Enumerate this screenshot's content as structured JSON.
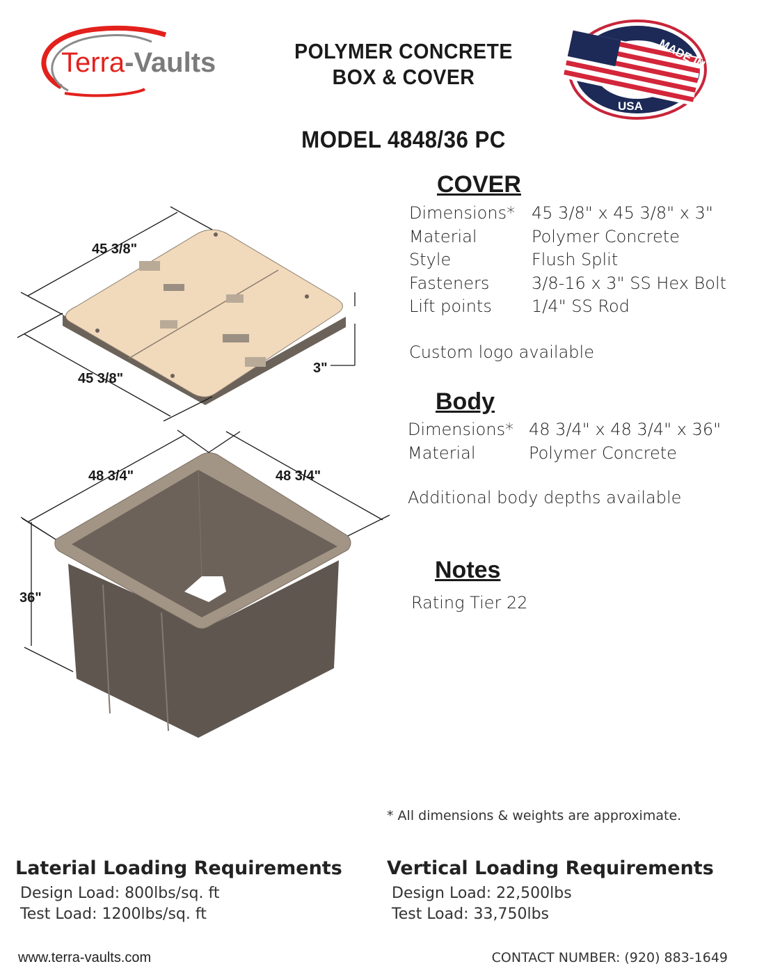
{
  "header": {
    "logo_text_1": "Terra",
    "logo_text_2": "-Vaults",
    "title_line1": "POLYMER CONCRETE",
    "title_line2": "BOX & COVER",
    "badge_top": "MADE IN",
    "badge_bottom": "USA",
    "model": "MODEL 4848/36 PC"
  },
  "drawing": {
    "cover_width": "45 3/8\"",
    "cover_length": "45 3/8\"",
    "cover_height": "3\"",
    "body_width": "48 3/4\"",
    "body_length": "48 3/4\"",
    "body_depth": "36\""
  },
  "cover": {
    "heading": "COVER",
    "rows": [
      {
        "label": "Dimensions*",
        "value": "45 3/8\" x 45 3/8\" x 3\""
      },
      {
        "label": "Material",
        "value": "Polymer Concrete"
      },
      {
        "label": "Style",
        "value": "Flush Split"
      },
      {
        "label": "Fasteners",
        "value": "3/8-16 x 3\" SS Hex Bolt"
      },
      {
        "label": "Lift points",
        "value": "1/4\" SS Rod"
      }
    ],
    "note": "Custom logo available"
  },
  "body": {
    "heading": "Body",
    "rows": [
      {
        "label": "Dimensions*",
        "value": "48 3/4\" x 48 3/4\" x 36\""
      },
      {
        "label": "Material",
        "value": "Polymer Concrete"
      }
    ],
    "note": "Additional body depths available"
  },
  "notes": {
    "heading": "Notes",
    "text": "Rating Tier 22"
  },
  "disclaimer": "* All dimensions & weights are approximate.",
  "lateral": {
    "heading": "Laterial Loading Requirements",
    "design": "Design Load: 800lbs/sq. ft",
    "test": "Test Load: 1200lbs/sq. ft"
  },
  "vertical": {
    "heading": "Vertical Loading Requirements",
    "design": "Design Load: 22,500lbs",
    "test": "Test Load: 33,750lbs"
  },
  "footer": {
    "website": "www.terra-vaults.com",
    "contact": "CONTACT NUMBER: (920) 883-1649"
  },
  "colors": {
    "brand_red": "#e3211c",
    "brand_gray": "#7b7b7b",
    "cover": "#f1d9bb",
    "body": "#5f5650"
  }
}
